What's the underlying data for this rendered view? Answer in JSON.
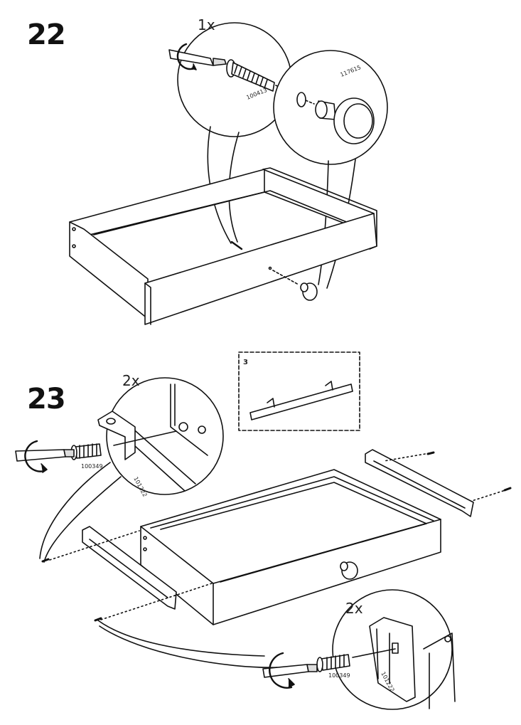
{
  "step22": {
    "number": "22",
    "quantity": "1x",
    "screw_part": "100413",
    "knob_part": "117615"
  },
  "step23": {
    "number": "23",
    "quantity_top": "2x",
    "quantity_bottom": "2x",
    "screw_part_top": "100349",
    "rail_part_top": "101222",
    "screw_part_bottom": "100349",
    "rail_part_bottom": "101222",
    "page_reference": "3"
  }
}
